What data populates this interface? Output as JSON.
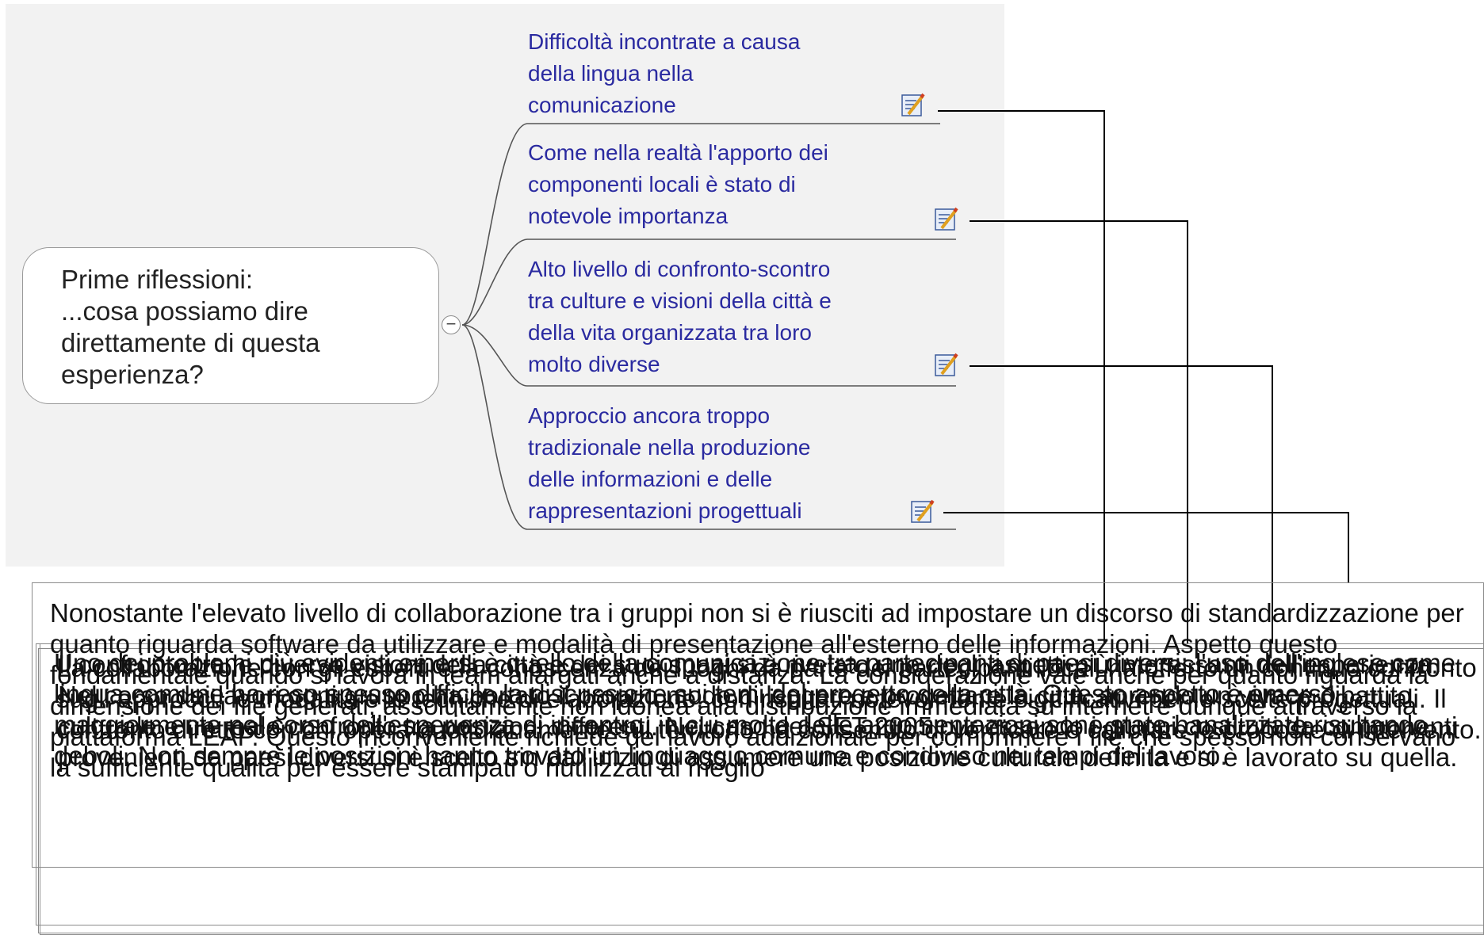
{
  "mindmap": {
    "central": {
      "label": "Prime riflessioni:\n...cosa possiamo dire\ndirettamente di questa\nesperienza?",
      "collapse_symbol": "−"
    },
    "branches": [
      {
        "label": "Difficoltà incontrate a causa\ndella lingua nella\ncomunicazione",
        "icon": "note-icon"
      },
      {
        "label": "Come nella realtà l'apporto dei\ncomponenti locali è stato di\nnotevole importanza",
        "icon": "note-icon"
      },
      {
        "label": "Alto livello di confronto-scontro\ntra culture e visioni della città e\ndella vita organizzata tra loro\nmolto diverse",
        "icon": "note-icon"
      },
      {
        "label": "Approccio ancora troppo\ntradizionale nella produzione\ndelle informazioni e delle\nrappresentazioni progettuali",
        "icon": "note-icon"
      }
    ]
  },
  "notes": [
    {
      "text": "Nonostante l'elevato livello di collaborazione tra i gruppi non si è riusciti ad impostare un discorso di standardizzazione per quanto riguarda software da utilizzare e modalità di presentazione all'esterno delle informazioni. Aspetto questo fondamentale quando si lavora in team allargati anche a distanza. La considerazione vale anche per quanto riguarda la dimensione dei file generati, assolutamente non idonea alla distribuzione immediata su internet e dunque attraverso la piattaforma LEAP. Questo inconveniente richiede del lavoro addizionale per comprimere i file che spesso non conservano la sufficiente qualità per essere stampati o riutilizzati al meglio"
    },
    {
      "text": "La collaborazione con gli esperti e la conoscenza dei luoghi da parte dei partecipanti locali ha offerto un continuo confronto sugli approcci, le modalità e le tecniche di elaborazione, con risultati notevolmente significativi per le scelte progettuali. Il confronto diretto con chi opera quotidianamente sul territorio ha consentito di verificare e calibrare le proposte di intervento."
    },
    {
      "text": "Il confronto tra le diverse visioni della città e dei suoi spazi si è rivelato uno degli aspetti più interessanti dell'esperienza. Nel corso dei lavori ogni gruppo ha portato il proprio modo di leggere e progettare la città, aprendo un vivace dibattito culturale e un reale confronto tra posizioni differenti. Nel caso del SET 2005 pur essendo i gruppi costituiti da componenti provenienti da paesi diversi si è scelto sin dall'inizio di assumere una posizione culturale definita e si è lavorato su quella."
    },
    {
      "text": "Uno dei problemi più evidenti emersi è quello della comunicazione tra partecipanti di paesi diversi: l'uso dell'inglese come lingua comune ha reso spesso difficile la discussione sui temi del progetto della città. Questo aspetto è emerso maggiormente nel corso dell'esperienza di incontro, in cui molte delle argomentazioni sono state banalizzate risultando deboli. Non sempre le posizioni hanno trovato un linguaggio comune e condiviso nei tempi del lavoro."
    }
  ],
  "colors": {
    "branch_text": "#2a2aa0",
    "connector": "#000000",
    "branch_line": "#555555",
    "map_background": "#f2f2f2"
  }
}
